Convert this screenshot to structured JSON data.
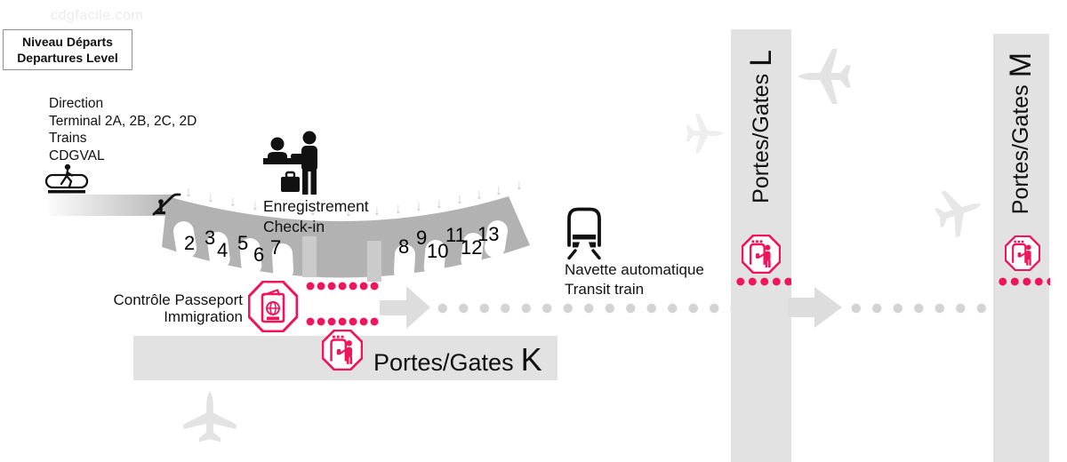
{
  "watermark": "cdgfacile.com",
  "level_box": {
    "fr": "Niveau Départs",
    "en": "Departures Level"
  },
  "direction": {
    "title": "Direction",
    "line2": "Terminal 2A, 2B, 2C, 2D",
    "line3": "Trains",
    "line4": "CDGVAL"
  },
  "checkin": {
    "fr": "Enregistrement",
    "en": "Check-in",
    "desks": [
      "2",
      "3",
      "4",
      "5",
      "6",
      "7",
      "8",
      "9",
      "10",
      "11",
      "12",
      "13"
    ]
  },
  "passport_control": {
    "fr": "Contrôle Passeport",
    "en": "Immigration"
  },
  "transit": {
    "fr": "Navette automatique",
    "en": "Transit train"
  },
  "gates_k": {
    "label": "Portes/Gates",
    "letter": "K"
  },
  "gates_l": {
    "label": "Portes/Gates",
    "letter": "L"
  },
  "gates_m": {
    "label": "Portes/Gates",
    "letter": "M"
  },
  "icons": {
    "walkway": "moving-walkway-icon",
    "escalator": "escalator-icon",
    "checkin_desk": "checkin-desk-icon",
    "passport": "passport-control-icon",
    "security": "security-screening-icon",
    "train": "transit-train-icon",
    "airplane": "airplane-icon"
  },
  "colors": {
    "accent_pink": "#F0145A",
    "checkin_band_gray": "#B2B2B2",
    "area_gray": "#E2E2E2",
    "dot_gray": "#D3D3D3",
    "arrow_gray": "#DDDDDD"
  }
}
